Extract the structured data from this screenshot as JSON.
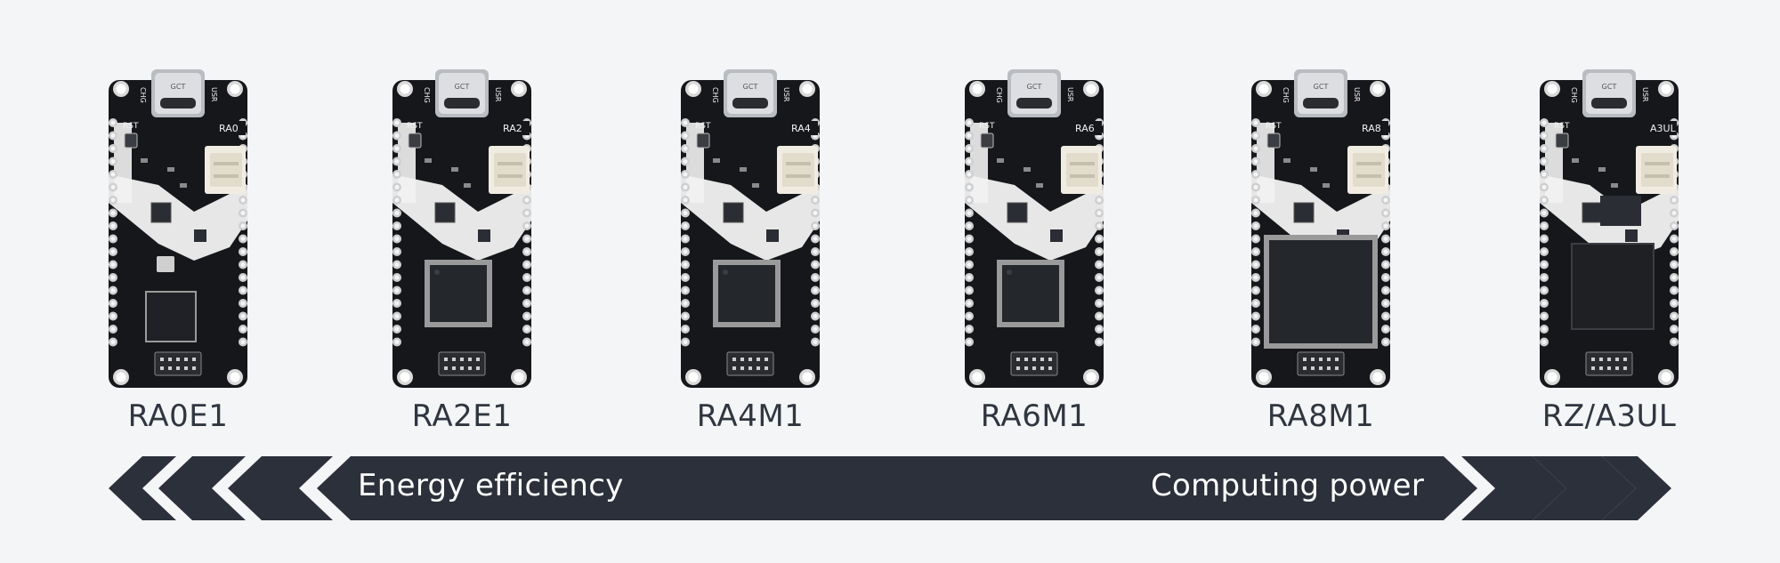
{
  "boards": [
    {
      "label": "RA0E1",
      "silk": "RA0",
      "chip": "qfn"
    },
    {
      "label": "RA2E1",
      "silk": "RA2",
      "chip": "qfp-small"
    },
    {
      "label": "RA4M1",
      "silk": "RA4",
      "chip": "qfp-small"
    },
    {
      "label": "RA6M1",
      "silk": "RA6",
      "chip": "qfp-small"
    },
    {
      "label": "RA8M1",
      "silk": "RA8",
      "chip": "qfp-large"
    },
    {
      "label": "RZ/A3UL",
      "silk": "A3UL",
      "chip": "bga"
    }
  ],
  "board_silk": {
    "usb": "GCT",
    "chg": "CHG",
    "usr": "USR",
    "rst": "RST"
  },
  "banner": {
    "left_text": "Energy efficiency",
    "right_text": "Computing power",
    "color": "#2b303a"
  },
  "colors": {
    "background": "#f4f5f7",
    "pcb": "#15171b",
    "silkscreen": "#f2f2f2",
    "connector": "#f1ece2"
  }
}
